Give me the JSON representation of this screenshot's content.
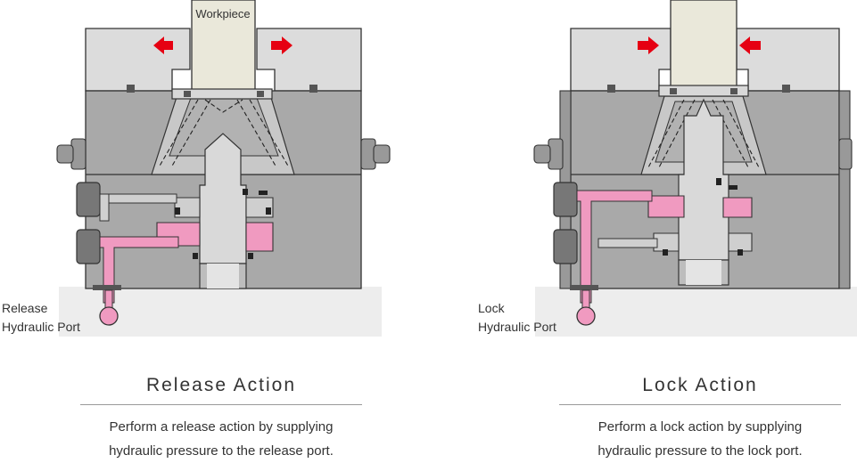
{
  "release": {
    "workpiece_label": "Workpiece",
    "port_label": [
      "Release",
      "Hydraulic Port"
    ],
    "title": "Release Action",
    "description": [
      "Perform a release action by supplying",
      "hydraulic pressure to the release port."
    ]
  },
  "lock": {
    "port_label": [
      "Lock",
      "Hydraulic Port"
    ],
    "title": "Lock Action",
    "description": [
      "Perform a lock action by supplying",
      "hydraulic pressure to the lock port."
    ]
  },
  "colors": {
    "hydraulic_pressure": "#f09ac0",
    "arrow": "#e60012",
    "body": "#a8a8a8",
    "jaw": "#dcdcdc",
    "workpiece": "#eae8da",
    "base": "#eeeeee"
  }
}
